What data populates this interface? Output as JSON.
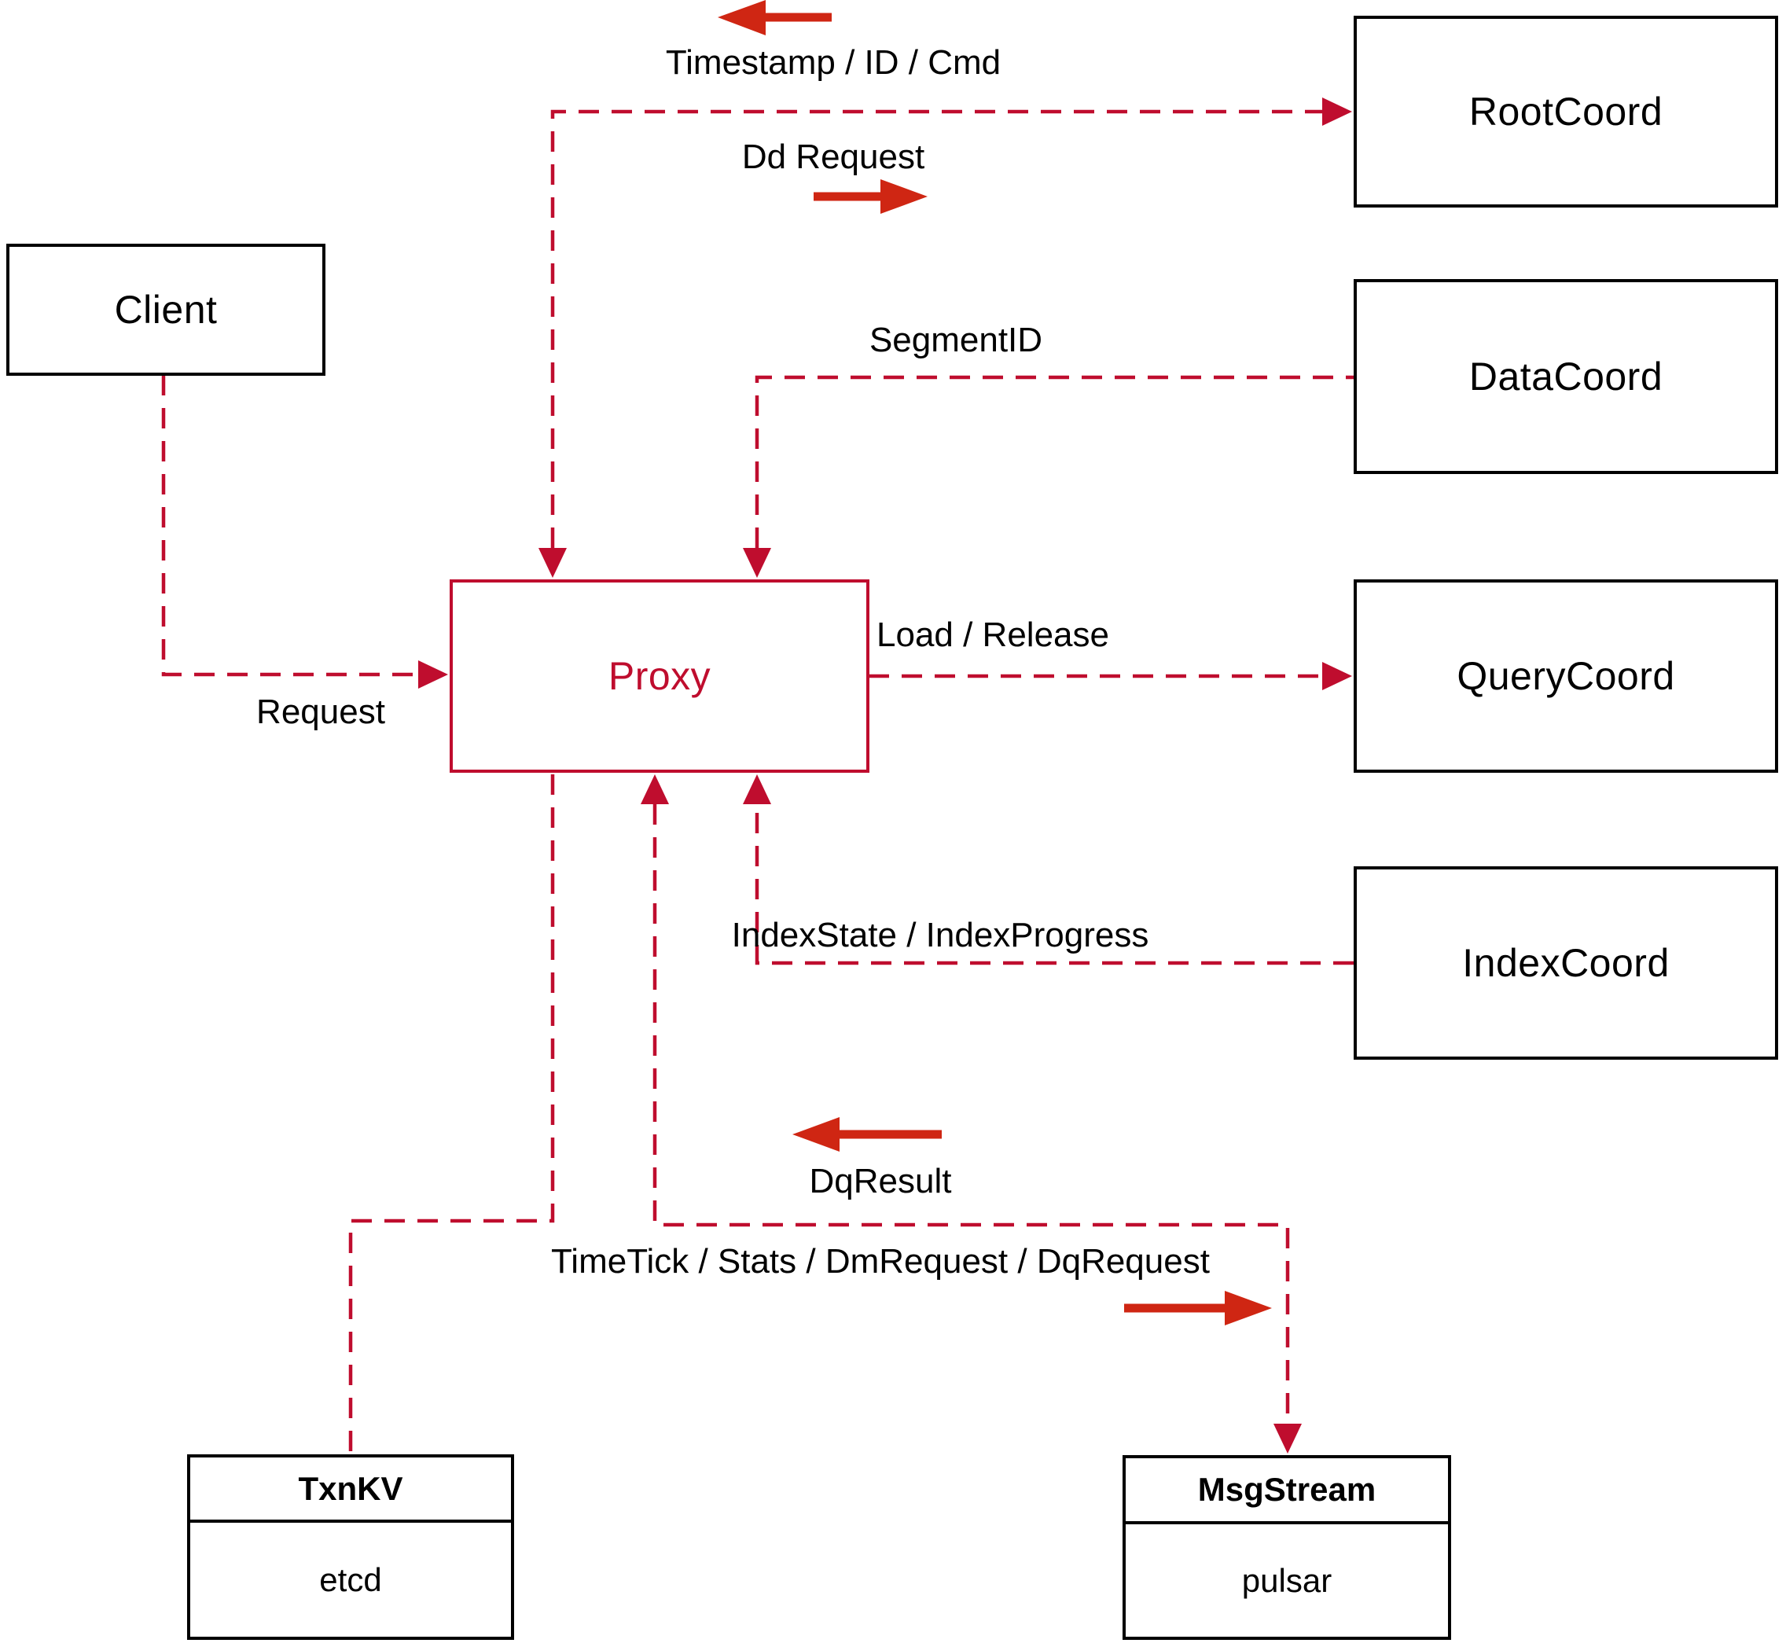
{
  "diagram": {
    "background": "#ffffff",
    "colors": {
      "dashed_line_red": "#bf0d2e",
      "solid_arrow_red": "#cf2613",
      "box_border_black": "#000000",
      "proxy_red": "#bf0d2e",
      "label_text_black": "#000000"
    },
    "nodes": {
      "client": {
        "label": "Client"
      },
      "proxy": {
        "label": "Proxy"
      },
      "root_coord": {
        "label": "RootCoord"
      },
      "data_coord": {
        "label": "DataCoord"
      },
      "query_coord": {
        "label": "QueryCoord"
      },
      "index_coord": {
        "label": "IndexCoord"
      },
      "txn_kv": {
        "title": "TxnKV",
        "subtitle": "etcd"
      },
      "msg_stream": {
        "title": "MsgStream",
        "subtitle": "pulsar"
      }
    },
    "edge_labels": {
      "timestamp_id_cmd": "Timestamp / ID / Cmd",
      "dd_request": "Dd Request",
      "segment_id": "SegmentID",
      "request": "Request",
      "load_release": "Load / Release",
      "index_state_progress": "IndexState / IndexProgress",
      "dq_result": "DqResult",
      "time_tick_stats": "TimeTick / Stats / DmRequest / DqRequest"
    }
  }
}
